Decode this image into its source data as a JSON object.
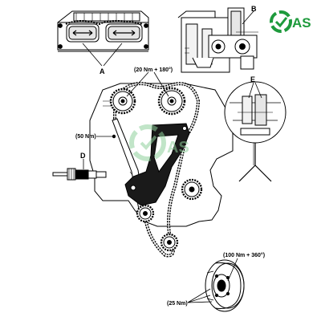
{
  "logo": {
    "text": "AS",
    "color": "#1e9a3c"
  },
  "watermark": {
    "text": "AS",
    "color": "#8fd19c"
  },
  "callouts": {
    "a": "A",
    "b": "B",
    "d": "D",
    "e": "E"
  },
  "torque_specs": {
    "camshaft_sprockets": "(20 Nm + 180°)",
    "chain_tensioner": "(50 Nm)",
    "crankshaft_pulley_center": "(100 Nm + 360°)",
    "crankshaft_pulley_bolts": "(25 Nm)"
  },
  "colors": {
    "line": "#000000",
    "background": "#ffffff"
  }
}
